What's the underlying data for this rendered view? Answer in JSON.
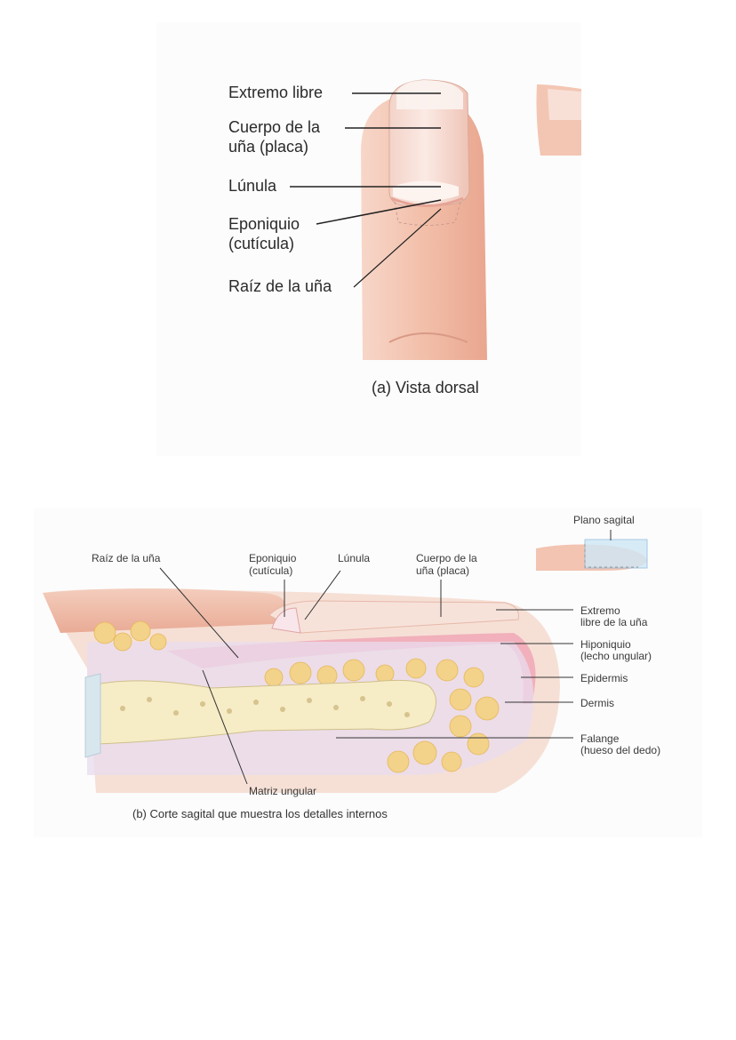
{
  "figure_a": {
    "caption": "(a) Vista dorsal",
    "labels": {
      "extremo_libre": "Extremo libre",
      "cuerpo_1": "Cuerpo de la",
      "cuerpo_2": "uña (placa)",
      "lunula": "Lúnula",
      "eponiquio_1": "Eponiquio",
      "eponiquio_2": "(cutícula)",
      "raiz": "Raíz de la uña"
    }
  },
  "figure_b": {
    "caption": "(b) Corte sagital que muestra los detalles internos",
    "inset_label": "Plano sagital",
    "labels": {
      "raiz": "Raíz de la uña",
      "eponiquio_1": "Eponiquio",
      "eponiquio_2": "(cutícula)",
      "lunula": "Lúnula",
      "cuerpo_1": "Cuerpo de la",
      "cuerpo_2": "uña (placa)",
      "extremo_1": "Extremo",
      "extremo_2": "libre de la uña",
      "hiponiquio_1": "Hiponiquio",
      "hiponiquio_2": "(lecho ungular)",
      "epidermis": "Epidermis",
      "dermis": "Dermis",
      "falange_1": "Falange",
      "falange_2": "(hueso del dedo)",
      "matriz": "Matriz ungular"
    }
  },
  "colors": {
    "skin": "#f2c2ae",
    "skin_dark": "#e3a28c",
    "nail": "#f6dcd3",
    "fat": "#f3d28a",
    "dermis": "#e6d6ea",
    "bone": "#f6ecc6",
    "epidermis": "#e88aa0",
    "plane": "#cfe8f6"
  }
}
